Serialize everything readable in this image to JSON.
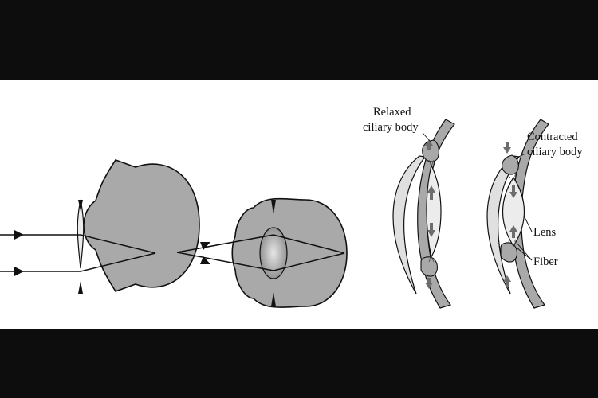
{
  "labels": {
    "relaxed_line1": "Relaxed",
    "relaxed_line2": "ciliary body",
    "contracted_line1": "Contracted",
    "contracted_line2": "ciliary body",
    "lens": "Lens",
    "fiber": "Fiber"
  },
  "colors": {
    "background_bars": "#0d0d0d",
    "panel": "#ffffff",
    "tissue_gray": "#a9a9a9",
    "lens_fill": "#ececec",
    "arrow_gray": "#6d6d6d",
    "line": "#111111"
  }
}
